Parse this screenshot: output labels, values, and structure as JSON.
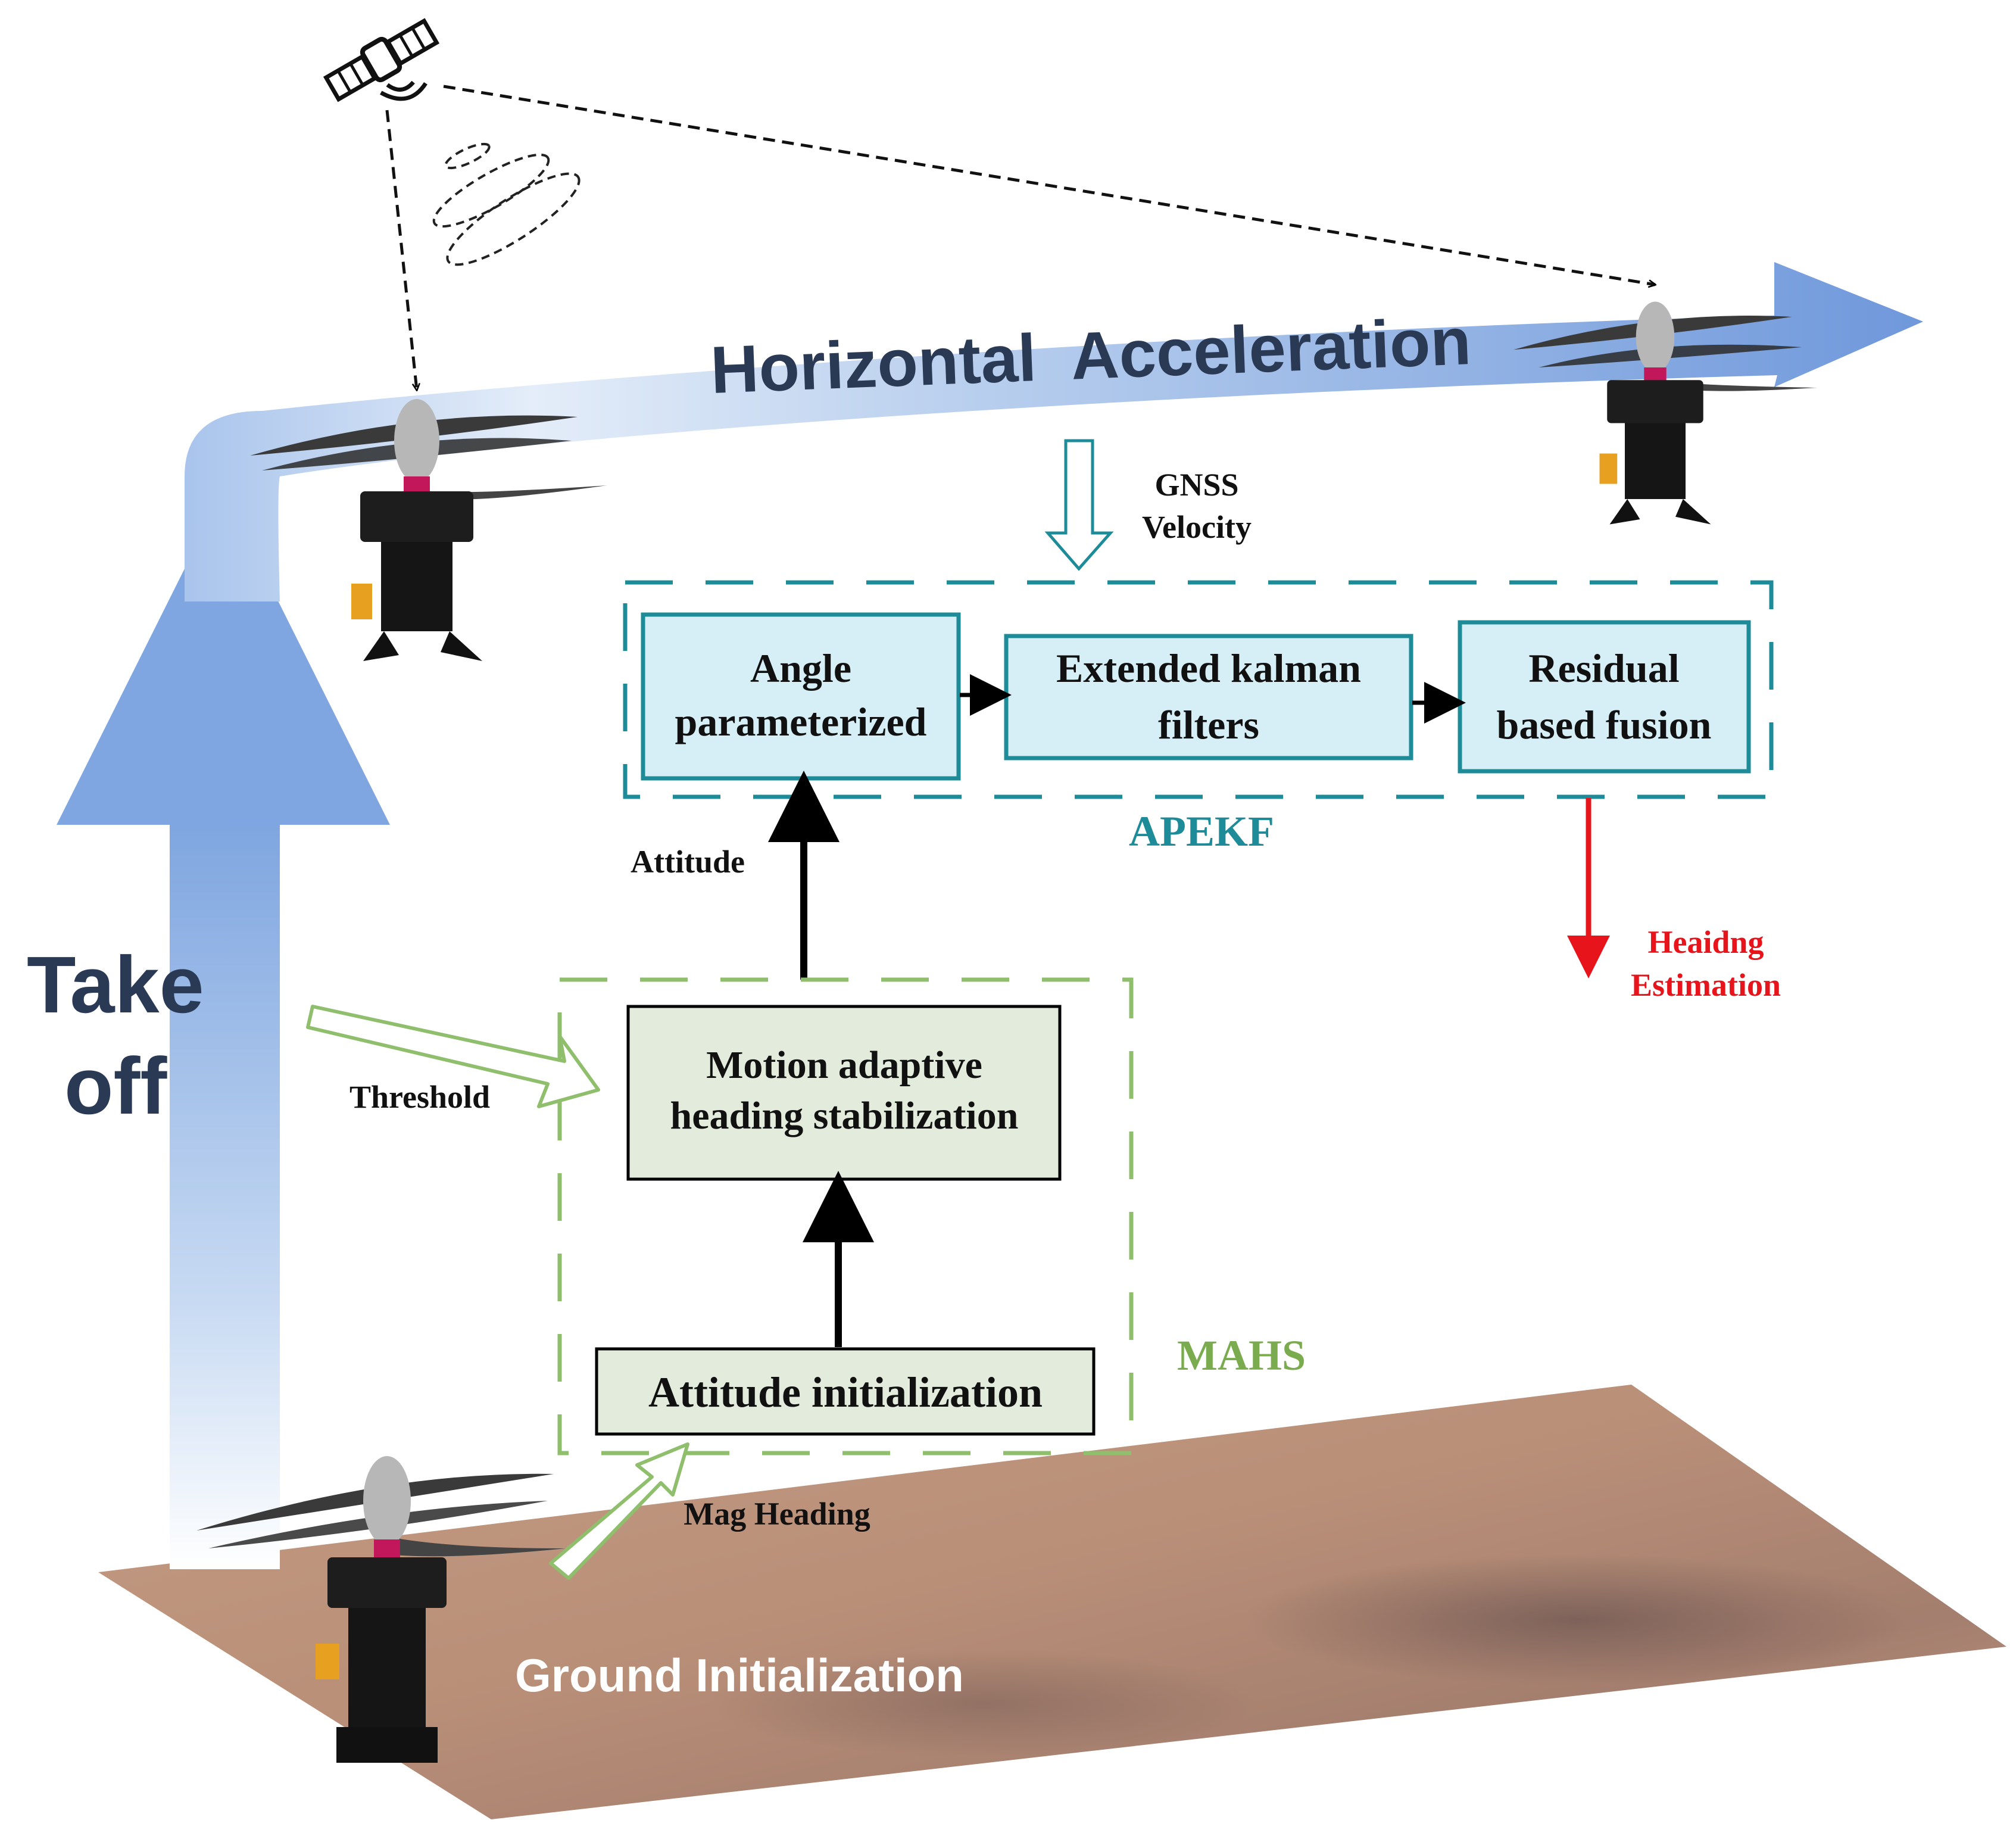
{
  "labels": {
    "horizontal_acceleration": "Horizontal  Acceleration",
    "take_off_line1": "Take",
    "take_off_line2": "off",
    "ground_initialization": "Ground Initialization",
    "gnss_line1": "GNSS",
    "gnss_line2": "Velocity",
    "attitude": "Attitude",
    "threshold": "Threshold",
    "mag_heading": "Mag Heading",
    "heading_line1": "Heaidng",
    "heading_line2": "Estimation"
  },
  "apekf": {
    "title": "APEKF",
    "box1_line1": "Angle",
    "box1_line2": "parameterized",
    "box2_line1": "Extended kalman",
    "box2_line2": "filters",
    "box3_line1": "Residual",
    "box3_line2": "based fusion"
  },
  "mahs": {
    "title": "MAHS",
    "box1_line1": "Motion adaptive",
    "box1_line2": "heading stabilization",
    "box2": "Attitude initialization"
  },
  "colors": {
    "flow_arrow": "#7fa6e0",
    "apekf_teal": "#1e8c98",
    "apekf_fill": "#d6eef5",
    "mahs_green": "#8fbf6c",
    "mahs_text": "#7aac4f",
    "mahs_fill": "#e3ecdc",
    "heading_red": "#e8141c",
    "title_navy": "#2a3a55",
    "ground_tan": "#c39a82"
  },
  "icons": [
    "satellite-icon",
    "helicopter-drone-icon"
  ]
}
